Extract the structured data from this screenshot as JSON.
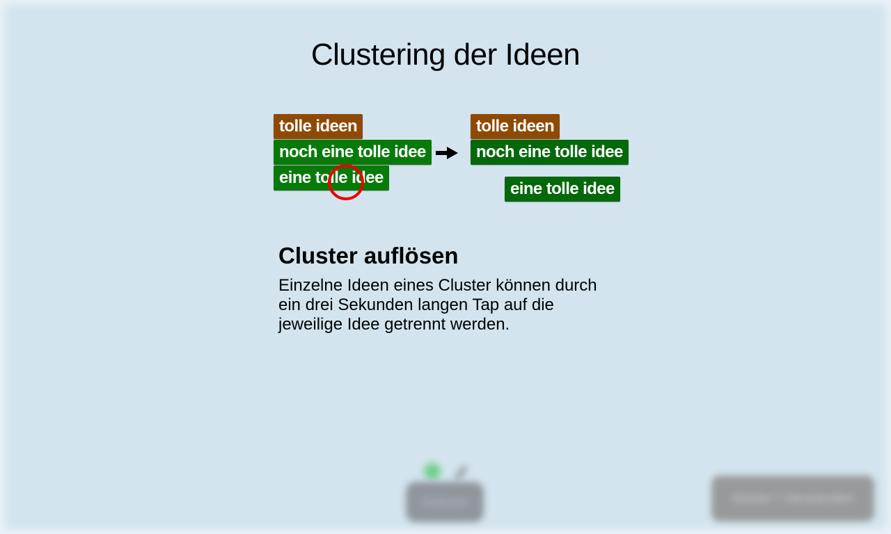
{
  "title": "Clustering der Ideen",
  "colors": {
    "background": "#d3e4ee",
    "idea_brown": "#8e4a05",
    "idea_green": "#087a0a",
    "idea_dark_green": "#05680b",
    "highlight_circle": "#ee0000"
  },
  "illustration": {
    "before": {
      "tags": [
        "tolle ideen",
        "noch eine tolle idee",
        "eine tolle idee"
      ]
    },
    "arrow_icon": "right-arrow-icon",
    "after": {
      "cluster_tags": [
        "tolle ideen",
        "noch eine tolle idee"
      ],
      "separated_tag": "eine tolle idee"
    }
  },
  "help": {
    "heading": "Cluster auflösen",
    "text": "Einzelne Ideen eines Cluster können durch ein drei Sekunden langen Tap auf die jeweilige Idee getrennt werden."
  },
  "controls": {
    "center_button_label": "Gelesen",
    "next_button_label": "Weiter / Verstanden"
  }
}
